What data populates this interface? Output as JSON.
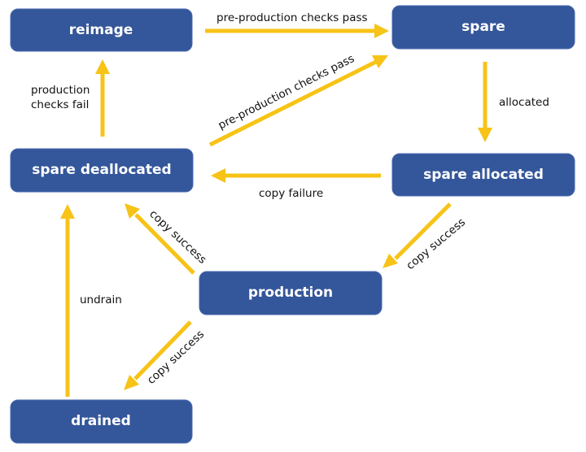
{
  "nodes": {
    "reimage": "reimage",
    "spare": "spare",
    "spare_deallocated": "spare deallocated",
    "spare_allocated": "spare allocated",
    "production": "production",
    "drained": "drained"
  },
  "edges": {
    "reimage_to_spare": "pre-production checks pass",
    "dealloc_to_spare": "pre-production checks pass",
    "dealloc_to_reimage_line1": "production",
    "dealloc_to_reimage_line2": "checks fail",
    "spare_to_allocated": "allocated",
    "allocated_to_dealloc": "copy failure",
    "allocated_to_production": "copy success",
    "production_to_dealloc": "copy success",
    "production_to_drained": "copy success",
    "drained_to_dealloc": "undrain"
  },
  "colors": {
    "node_fill": "#34569a",
    "arrow": "#f7c317",
    "node_text": "#ffffff"
  }
}
